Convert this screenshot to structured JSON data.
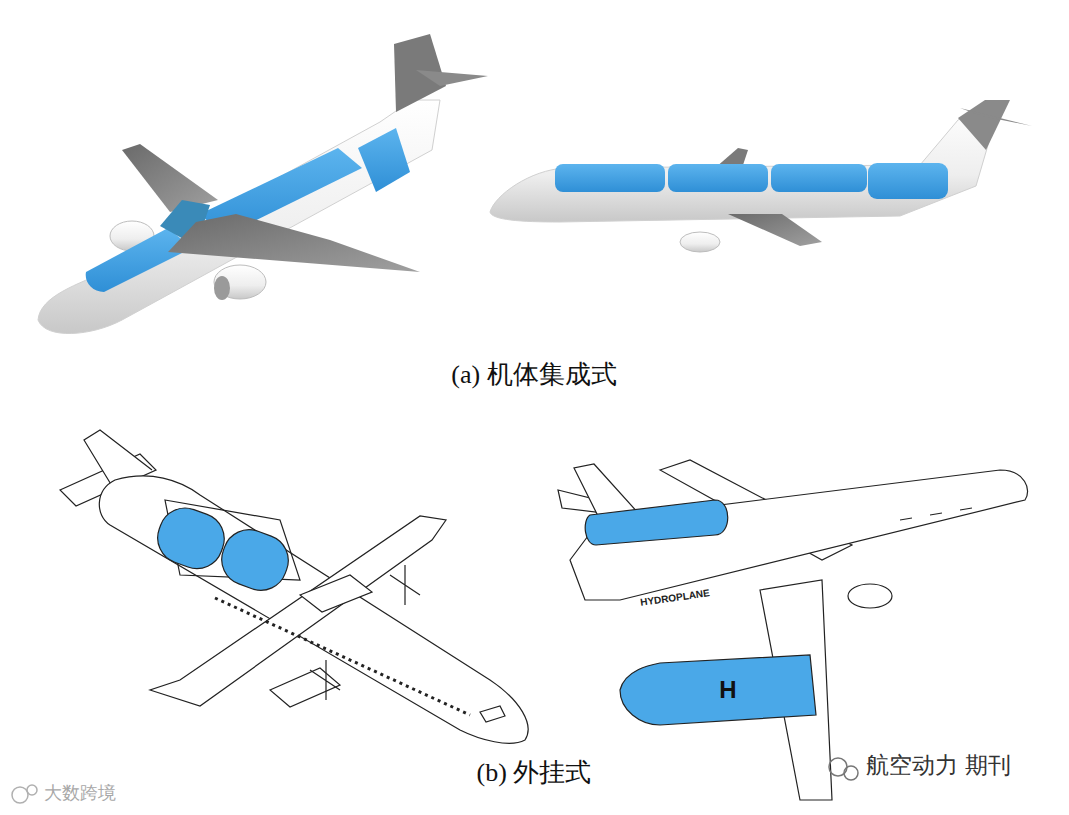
{
  "diagram": {
    "labels": [
      "(a) 机体集成式",
      "(b) 外挂式",
      "HYDROPLANE",
      "H",
      "大数跨境",
      "航空动力 期刊"
    ]
  }
}
